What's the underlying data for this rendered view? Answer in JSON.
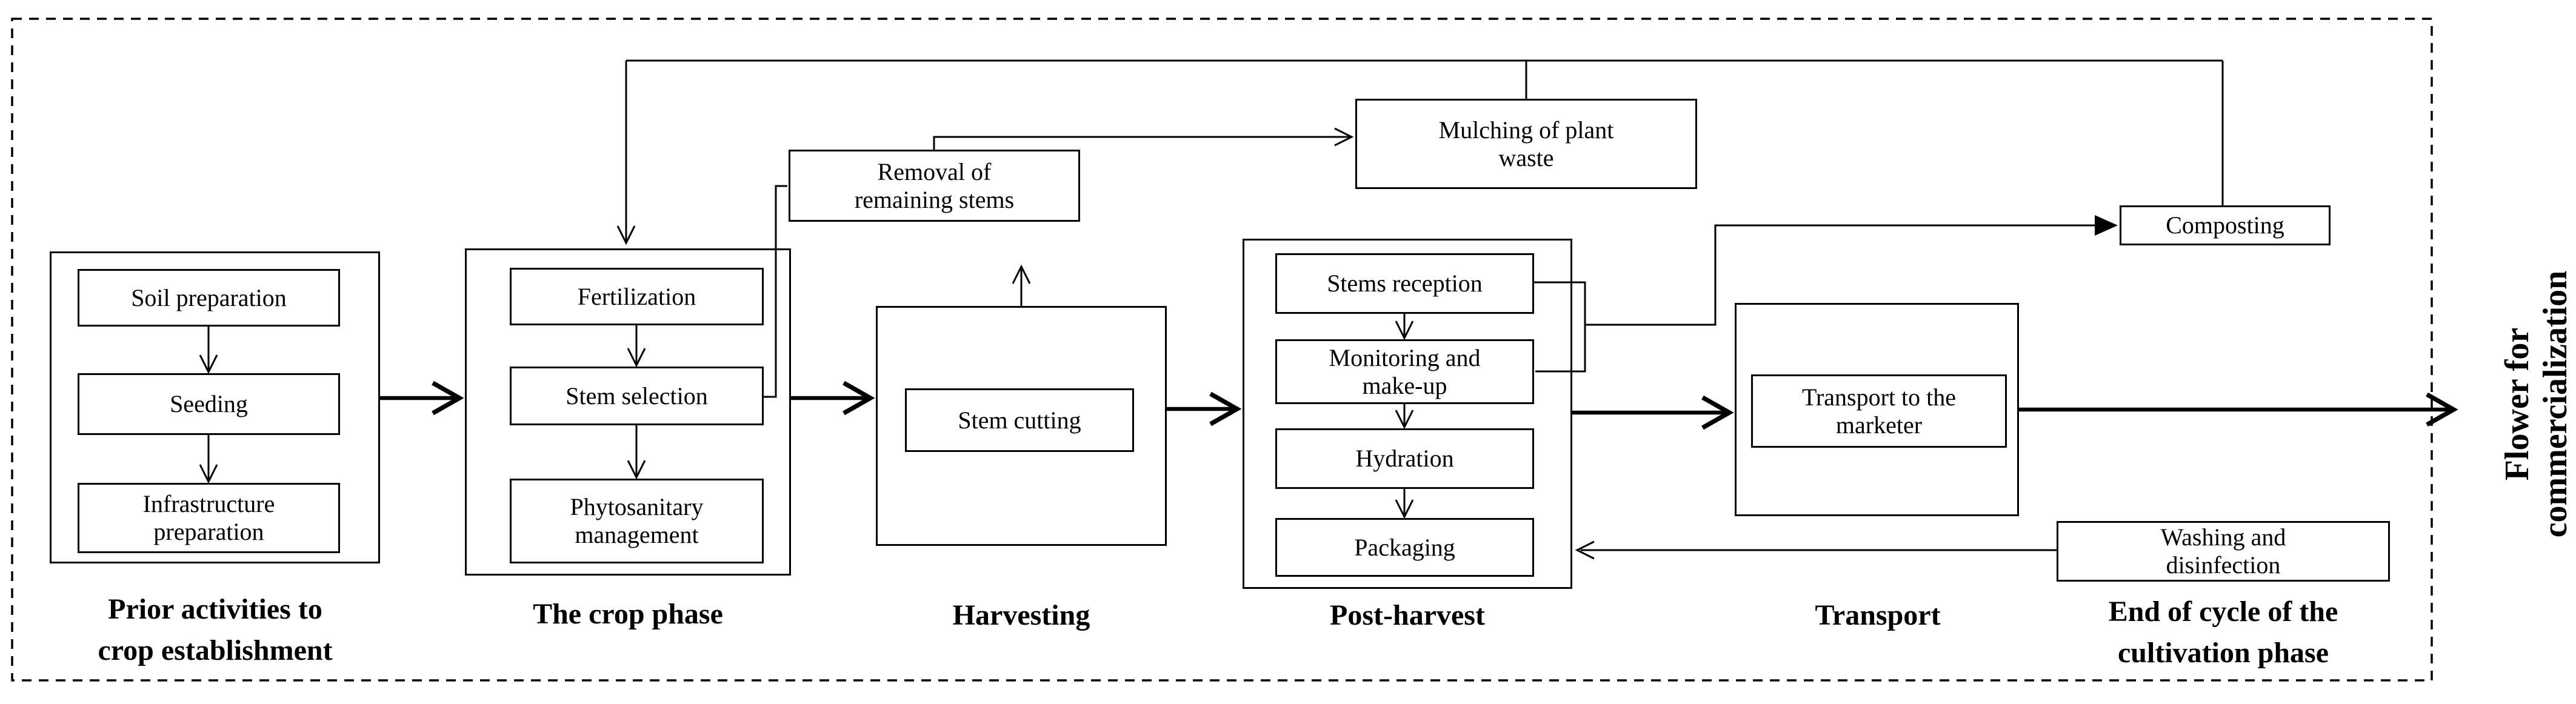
{
  "colors": {
    "line": "#000000",
    "text": "#000000",
    "background": "#ffffff"
  },
  "flow": {
    "output_label": "Flower for\ncommercialization",
    "groups": [
      {
        "label": "Prior activities to\ncrop establishment",
        "boxes": [
          "Soil preparation",
          "Seeding",
          "Infrastructure\npreparation"
        ]
      },
      {
        "label": "The crop phase",
        "boxes": [
          "Fertilization",
          "Stem selection",
          "Phytosanitary\nmanagement"
        ]
      },
      {
        "label": "Harvesting",
        "boxes": [
          "Stem cutting"
        ]
      },
      {
        "label": "Post-harvest",
        "boxes": [
          "Stems reception",
          "Monitoring and\nmake-up",
          "Hydration",
          "Packaging"
        ]
      },
      {
        "label": "Transport",
        "boxes": [
          "Transport to the\nmarketer"
        ]
      },
      {
        "label": "End of cycle of the\ncultivation phase",
        "boxes": [
          "Washing and\ndisinfection"
        ]
      }
    ],
    "aux": {
      "removal": "Removal of\nremaining stems",
      "mulching": "Mulching of plant\nwaste",
      "composting": "Composting"
    }
  }
}
